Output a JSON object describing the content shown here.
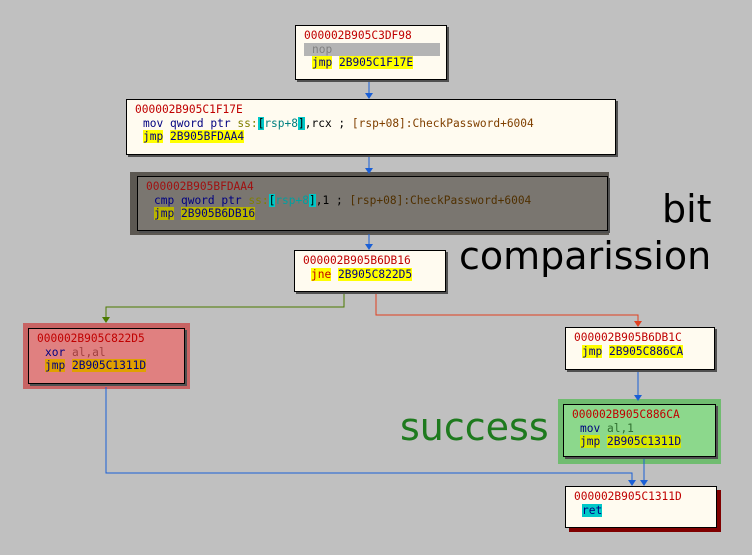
{
  "colors": {
    "background": "#c0c0c0",
    "block_bg": "#fffbf0",
    "address": "#c00000",
    "highlight_yellow": "#ffff00",
    "highlight_cyan": "#00c8c8",
    "edge_blue": "#1a5fd6",
    "edge_green": "#4c7a00",
    "edge_red": "#e04020",
    "fail_block": "#e08080",
    "fail_frame": "#c86464",
    "success_block": "#8cd88c",
    "success_frame": "#70bc70",
    "dark_block": "#7a7670",
    "dark_frame": "#5c5852",
    "success_label": "#1e7a1e"
  },
  "blocks": {
    "b1": {
      "address": "000002B905C3DF98",
      "l1_mn": "nop",
      "l2_mn": "jmp",
      "l2_target": "2B905C1F17E"
    },
    "b2": {
      "address": "000002B905C1F17E",
      "l1_mn": "mov",
      "l1_size": "qword ptr",
      "l1_seg": "ss:",
      "l1_open": "[",
      "l1_mem": "rsp+8",
      "l1_close": "]",
      "l1_rest": ",rcx ; ",
      "l1_comment": "[rsp+08]:CheckPassword+6004",
      "l2_mn": "jmp",
      "l2_target": "2B905BFDAA4"
    },
    "b3": {
      "address": "000002B905BFDAA4",
      "l1_mn": "cmp",
      "l1_size": "qword ptr",
      "l1_seg": "ss:",
      "l1_open": "[",
      "l1_mem": "rsp+8",
      "l1_close": "]",
      "l1_rest": ",1 ; ",
      "l1_comment": "[rsp+08]:CheckPassword+6004",
      "l2_mn": "jmp",
      "l2_target": "2B905B6DB16"
    },
    "b4": {
      "address": "000002B905B6DB16",
      "l1_mn": "jne",
      "l1_target": "2B905C822D5"
    },
    "b5": {
      "address": "000002B905C822D5",
      "l1_mn": "xor",
      "l1_ops": "al,al",
      "l2_mn": "jmp",
      "l2_target": "2B905C1311D"
    },
    "b6": {
      "address": "000002B905B6DB1C",
      "l1_mn": "jmp",
      "l1_target": "2B905C886CA"
    },
    "b7": {
      "address": "000002B905C886CA",
      "l1_mn": "mov",
      "l1_ops": "al,1",
      "l2_mn": "jmp",
      "l2_target": "2B905C1311D"
    },
    "b8": {
      "address": "000002B905C1311D",
      "l1_mn": "ret"
    }
  },
  "labels": {
    "bit_line1": "bit",
    "bit_line2": "comparission",
    "success": "success"
  }
}
